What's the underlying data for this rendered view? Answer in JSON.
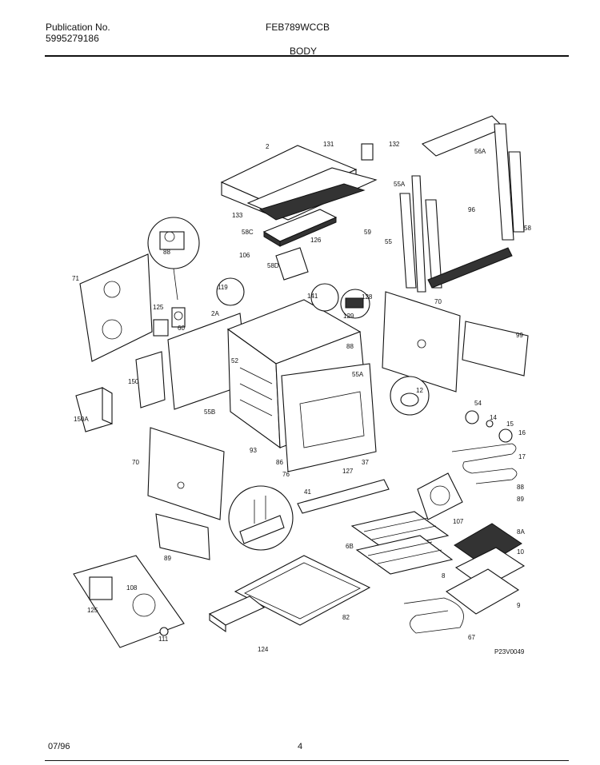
{
  "header": {
    "publication_label": "Publication No.",
    "publication_number": "5995279186",
    "model": "FEB789WCCB",
    "section": "BODY"
  },
  "footer": {
    "date": "07/96",
    "page": "4"
  },
  "drawing": {
    "figure_code": "P23V0049",
    "callouts": [
      "2",
      "131",
      "132",
      "55A",
      "56A",
      "96",
      "58",
      "133",
      "58C",
      "59",
      "55",
      "126",
      "106",
      "58D",
      "88",
      "71",
      "119",
      "141",
      "128",
      "129",
      "125",
      "2A",
      "70",
      "99",
      "60",
      "150",
      "88",
      "55A",
      "12",
      "150A",
      "52",
      "55B",
      "54",
      "14",
      "15",
      "16",
      "70",
      "93",
      "86",
      "76",
      "37",
      "41",
      "127",
      "17",
      "88",
      "89",
      "89",
      "107",
      "8A",
      "6B",
      "10",
      "8",
      "108",
      "125",
      "111",
      "124",
      "82",
      "9",
      "67"
    ]
  }
}
